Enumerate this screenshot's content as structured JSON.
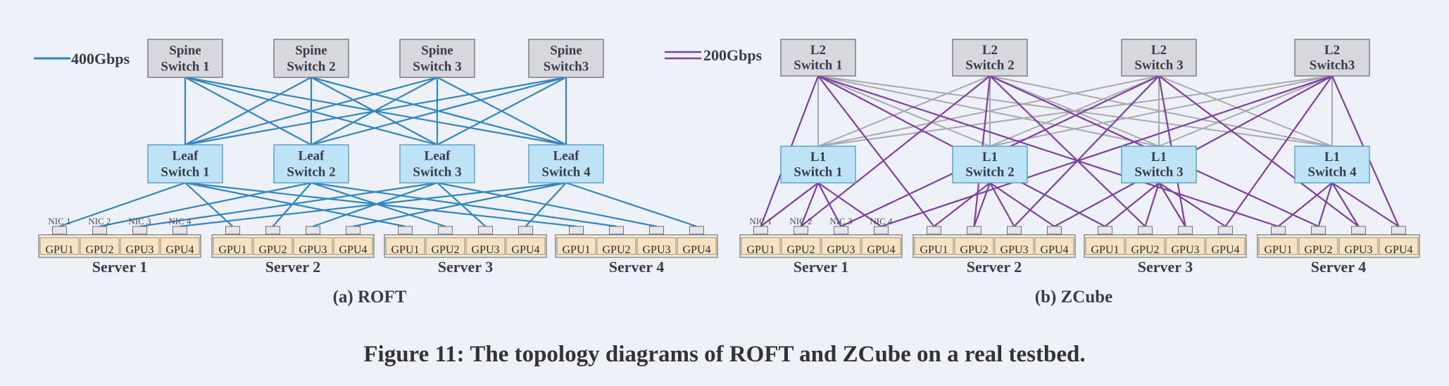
{
  "colors": {
    "roft_link": "#2f86c1",
    "zcube_link": "#7d3fa3",
    "zcube_l2l1_link": "#a9a9ad",
    "spine_fill": "#d7d8de",
    "leaf_fill": "#bfe3f6",
    "gpu_fill": "#f7e2c4",
    "server_fill": "#f6f3e6",
    "nic_fill": "#e6e6ea"
  },
  "roft": {
    "legend_label": "400Gbps",
    "caption": "(a) ROFT",
    "spines": [
      {
        "line1": "Spine",
        "line2": "Switch 1"
      },
      {
        "line1": "Spine",
        "line2": "Switch 2"
      },
      {
        "line1": "Spine",
        "line2": "Switch 3"
      },
      {
        "line1": "Spine",
        "line2": "Switch3"
      }
    ],
    "leaves": [
      {
        "line1": "Leaf",
        "line2": "Switch 1"
      },
      {
        "line1": "Leaf",
        "line2": "Switch 2"
      },
      {
        "line1": "Leaf",
        "line2": "Switch 3"
      },
      {
        "line1": "Leaf",
        "line2": "Switch 4"
      }
    ],
    "nic_labels": [
      "NIC 1",
      "NIC 2",
      "NIC 3",
      "NIC 4"
    ],
    "servers": [
      {
        "label": "Server 1",
        "gpus": [
          "GPU1",
          "GPU2",
          "GPU3",
          "GPU4"
        ]
      },
      {
        "label": "Server 2",
        "gpus": [
          "GPU1",
          "GPU2",
          "GPU3",
          "GPU4"
        ]
      },
      {
        "label": "Server 3",
        "gpus": [
          "GPU1",
          "GPU2",
          "GPU3",
          "GPU4"
        ]
      },
      {
        "label": "Server 4",
        "gpus": [
          "GPU1",
          "GPU2",
          "GPU3",
          "GPU4"
        ]
      }
    ]
  },
  "zcube": {
    "legend_label": "200Gbps",
    "caption": "(b) ZCube",
    "l2": [
      {
        "line1": "L2",
        "line2": "Switch 1"
      },
      {
        "line1": "L2",
        "line2": "Switch 2"
      },
      {
        "line1": "L2",
        "line2": "Switch 3"
      },
      {
        "line1": "L2",
        "line2": "Switch3"
      }
    ],
    "l1": [
      {
        "line1": "L1",
        "line2": "Switch 1"
      },
      {
        "line1": "L1",
        "line2": "Switch 2"
      },
      {
        "line1": "L1",
        "line2": "Switch 3"
      },
      {
        "line1": "L1",
        "line2": "Switch 4"
      }
    ],
    "nic_labels": [
      "NIC 1",
      "NIC 2",
      "NIC 3",
      "NIC 4"
    ],
    "servers": [
      {
        "label": "Server 1",
        "gpus": [
          "GPU1",
          "GPU2",
          "GPU3",
          "GPU4"
        ]
      },
      {
        "label": "Server 2",
        "gpus": [
          "GPU1",
          "GPU2",
          "GPU3",
          "GPU4"
        ]
      },
      {
        "label": "Server 3",
        "gpus": [
          "GPU1",
          "GPU2",
          "GPU3",
          "GPU4"
        ]
      },
      {
        "label": "Server 4",
        "gpus": [
          "GPU1",
          "GPU2",
          "GPU3",
          "GPU4"
        ]
      }
    ]
  },
  "figure_caption": "Figure 11: The topology diagrams of ROFT and ZCube on a real testbed."
}
